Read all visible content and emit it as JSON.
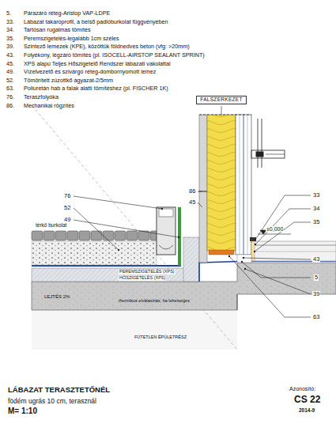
{
  "diagram": {
    "title": "LÁBAZAT TERASZTETŐNÉL",
    "nodes": [
      {
        "text": [
          "FALSZERKEZET"
        ]
      }
    ],
    "labels": [
      "5.",
      "Párazáró réteg-Aristop VAP-LDPE",
      "33.",
      "Lábazat takaróprofil, a belső padlóburkolat függvényében",
      "34.",
      "Tartósan rugalmas tömítés",
      "35.",
      "Peremszigetelés-legalább 1cm széles",
      "39.",
      "Szintező lemezek (KPE), közöttük földnedves beton (vfg: >20mm)",
      "43.",
      "Folyékony, légzáró tömítés (pl. ISOCELL-AIRSTOP SEALANT SPRINT)",
      "45.",
      "XPS alapú Teljes Hőszigetelő Rendszer lábazati vakolattal",
      "49.",
      "Vízelvezető és szivárgó réteg-dombornyomott lemez",
      "52.",
      "Tömörített zúzottkő ágyazat-2/5mm",
      "63.",
      "Poliuretán hab a falak alatti tömítéshez (pl. FISCHER 1K)",
      "76.",
      "Teraszfolyóka",
      "86.",
      "Mechanikai rögzítés",
      "térkő burkolat",
      "76",
      "52",
      "49",
      "86",
      "45",
      "±0,000",
      "33",
      "34",
      "35",
      "43",
      "5",
      "39",
      "63",
      "PEREMSZIGETELÉS (XPS)",
      "HŐSZIGETELÉS (XPS)",
      "LEJTÉS 2%",
      "thermikus elválasztás, ha lehetséges",
      "FŰTETLEN ÉPÜLETRÉSZ",
      "födém ugrás 10 cm, terasznál",
      "M= 1:10",
      "Azonosító:",
      "CS 22",
      "2014-9"
    ]
  }
}
